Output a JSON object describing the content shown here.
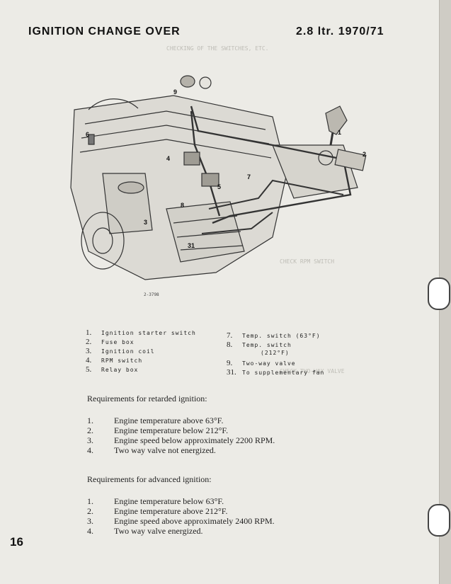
{
  "header": {
    "title": "IGNITION CHANGE OVER",
    "model": "2.8 ltr. 1970/71"
  },
  "figure": {
    "callouts": [
      "1",
      "2",
      "3",
      "4",
      "5",
      "6",
      "7",
      "8",
      "9",
      "31"
    ],
    "code": "2-3798"
  },
  "legend": {
    "left": [
      {
        "num": "1.",
        "text": "Ignition starter switch"
      },
      {
        "num": "2.",
        "text": "Fuse box"
      },
      {
        "num": "3.",
        "text": "Ignition coil"
      },
      {
        "num": "4.",
        "text": "RPM switch"
      },
      {
        "num": "5.",
        "text": "Relay box"
      }
    ],
    "right": [
      {
        "num": "7.",
        "text": "Temp. switch (63°F)"
      },
      {
        "num": "8.",
        "text": "Temp. switch"
      },
      {
        "num": "",
        "text": "(212°F)"
      },
      {
        "num": "9.",
        "text": "Two-way valve"
      },
      {
        "num": "31.",
        "text": "To supplementary fan"
      }
    ]
  },
  "retarded": {
    "heading": "Requirements for retarded ignition:",
    "items": [
      {
        "num": "1.",
        "text": "Engine temperature above 63°F."
      },
      {
        "num": "2.",
        "text": "Engine temperature below 212°F."
      },
      {
        "num": "3.",
        "text": "Engine speed below approximately 2200 RPM."
      },
      {
        "num": "4.",
        "text": "Two way valve not energized."
      }
    ]
  },
  "advanced": {
    "heading": "Requirements for advanced ignition:",
    "items": [
      {
        "num": "1.",
        "text": "Engine temperature below 63°F."
      },
      {
        "num": "2.",
        "text": "Engine temperature above 212°F."
      },
      {
        "num": "3.",
        "text": "Engine speed above approximately 2400 RPM."
      },
      {
        "num": "4.",
        "text": "Two way valve energized."
      }
    ]
  },
  "page_number": "16"
}
